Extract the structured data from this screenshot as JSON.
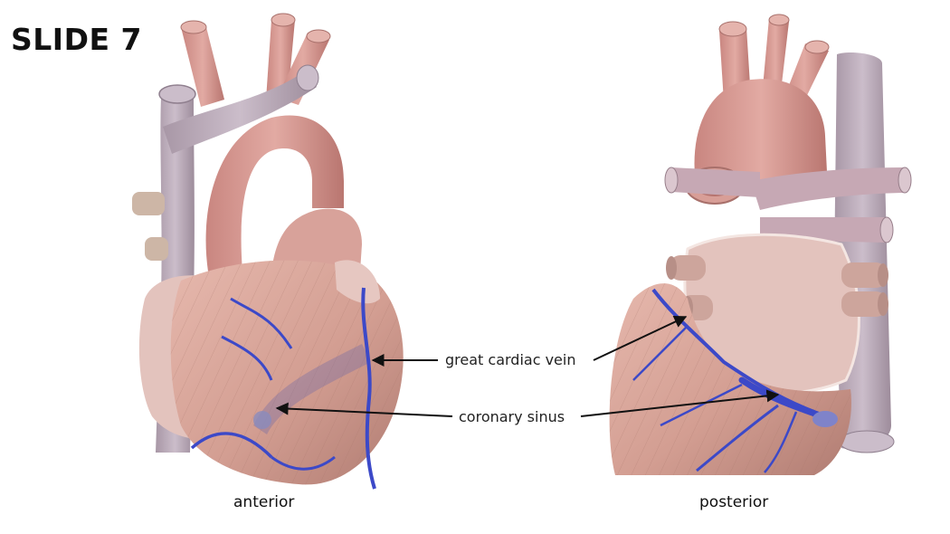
{
  "slide": {
    "title": "SLIDE 7"
  },
  "views": {
    "anterior": {
      "caption": "anterior"
    },
    "posterior": {
      "caption": "posterior"
    }
  },
  "annotations": {
    "great_cardiac_vein": "great cardiac vein",
    "coronary_sinus": "coronary sinus"
  },
  "colors": {
    "background": "#ffffff",
    "myocardium": "#d9a89c",
    "myocardium_shade": "#b8847a",
    "vena_cava": "#b9a8b8",
    "aorta": "#d4948e",
    "atrium": "#e3c3bd",
    "vein": "#3c49c8",
    "arrow": "#111111"
  }
}
